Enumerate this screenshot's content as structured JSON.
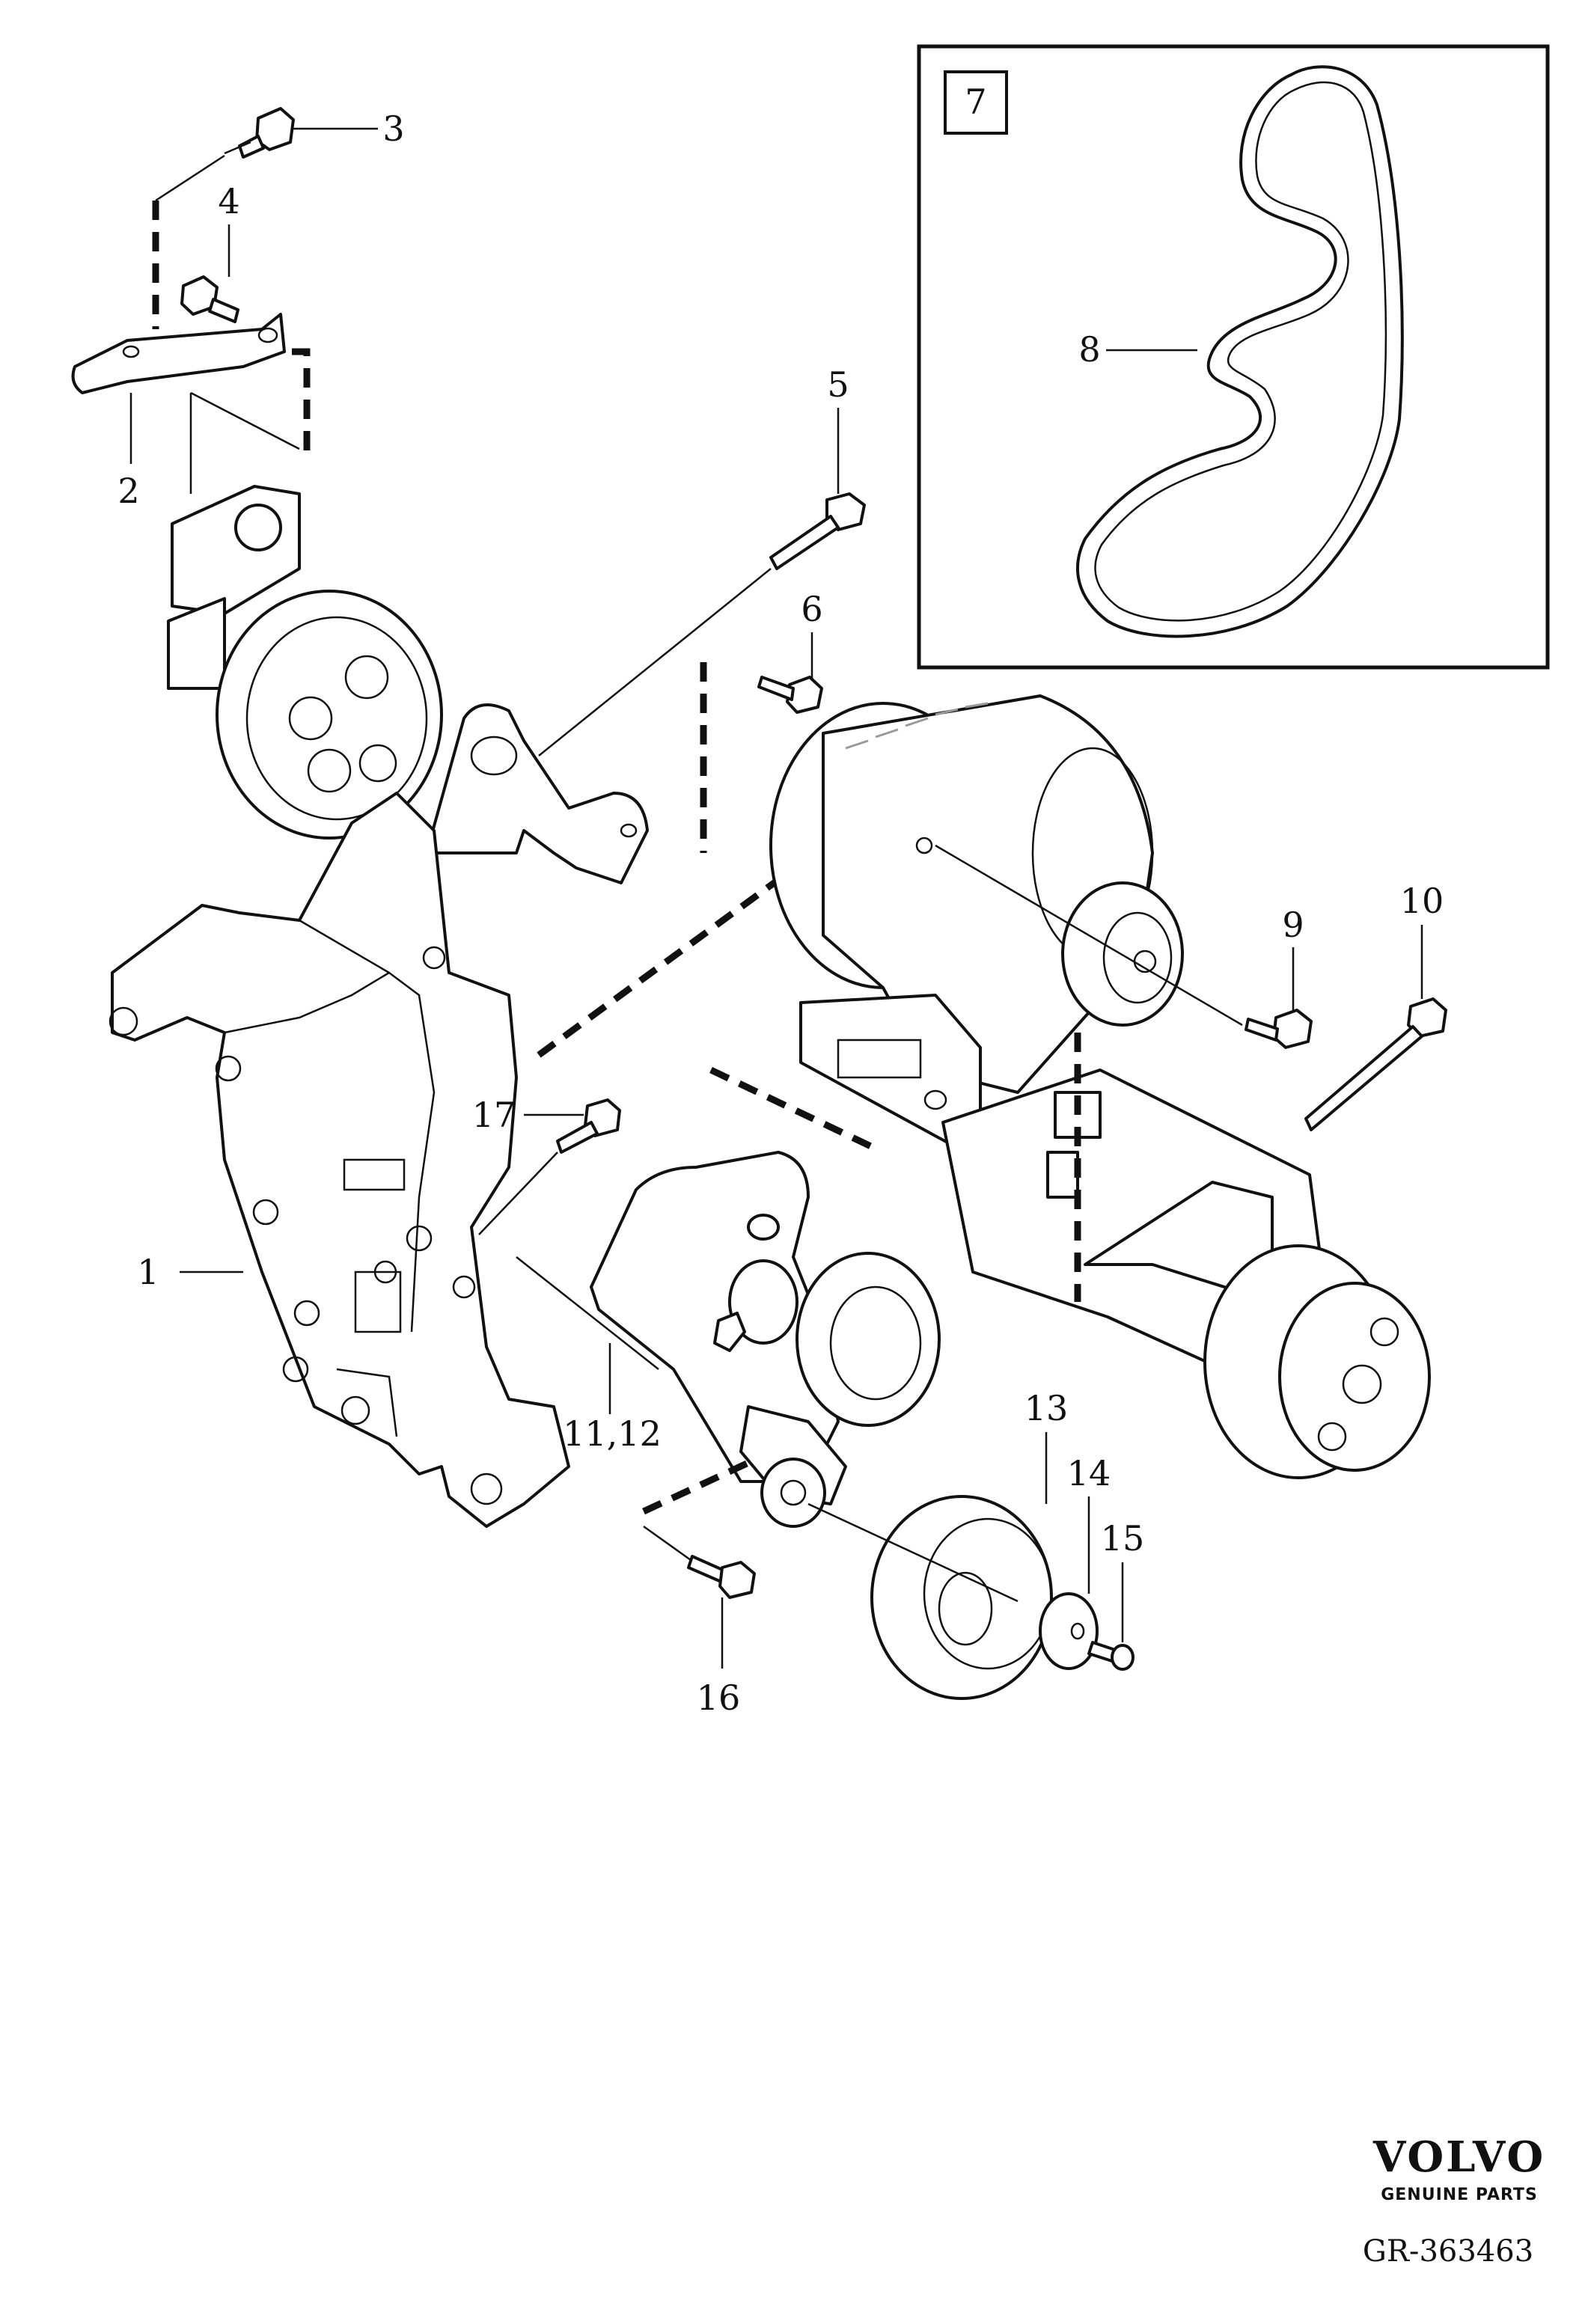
{
  "callouts": {
    "c1": "1",
    "c2": "2",
    "c3": "3",
    "c4": "4",
    "c5": "5",
    "c6": "6",
    "c7": "7",
    "c8": "8",
    "c9": "9",
    "c10": "10",
    "c11_12": "11,12",
    "c13": "13",
    "c14": "14",
    "c15": "15",
    "c16": "16",
    "c17": "17"
  },
  "brand": {
    "name": "VOLVO",
    "subtitle": "GENUINE PARTS"
  },
  "reference": "GR-363463"
}
